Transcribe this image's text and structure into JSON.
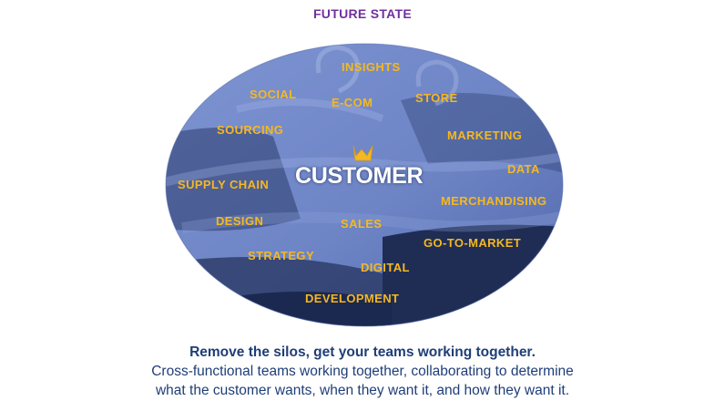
{
  "title": "FUTURE STATE",
  "center_label": "CUSTOMER",
  "center_icon": "crown-icon",
  "colors": {
    "title": "#7030a0",
    "labels": "#f5b820",
    "ellipse_light": "#6f85c6",
    "ellipse_dark": "#1f2d55",
    "caption": "#1f3e77"
  },
  "labels": {
    "insights": "INSIGHTS",
    "social": "SOCIAL",
    "ecom": "E-COM",
    "store": "STORE",
    "sourcing": "SOURCING",
    "marketing": "MARKETING",
    "data": "DATA",
    "supply_chain": "SUPPLY CHAIN",
    "merchandising": "MERCHANDISING",
    "design": "DESIGN",
    "sales": "SALES",
    "go_to_market": "GO-TO-MARKET",
    "strategy": "STRATEGY",
    "digital": "DIGITAL",
    "development": "DEVELOPMENT"
  },
  "caption": {
    "line1": "Remove the silos, get your teams working together.",
    "line2": "Cross-functional teams working together, collaborating to determine",
    "line3": "what the customer wants, when they want it, and how they want it."
  }
}
